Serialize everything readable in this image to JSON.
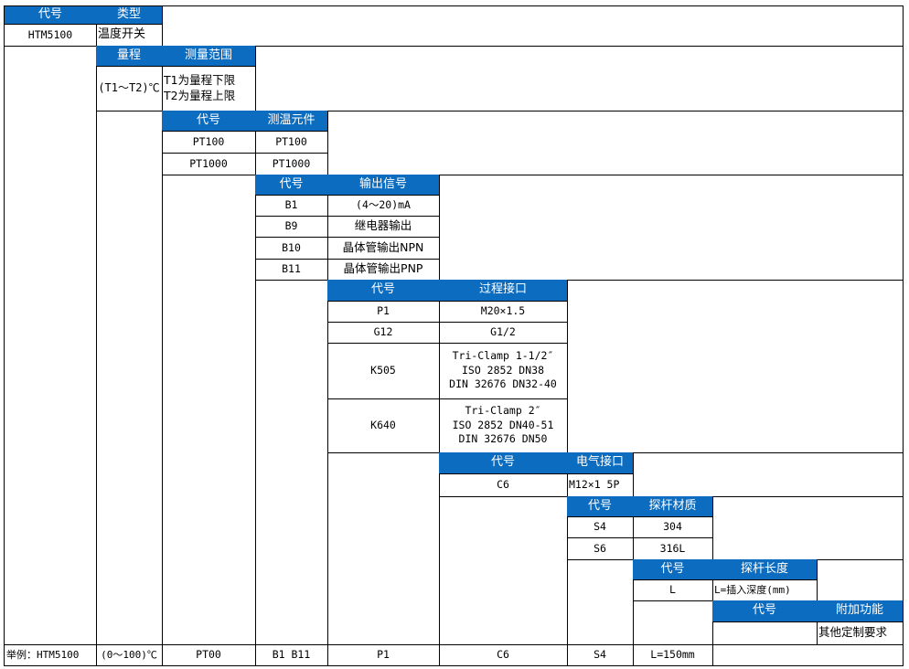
{
  "blocks": {
    "model": {
      "code_header": "代号",
      "type_header": "类型",
      "code": "HTM5100",
      "type": "温度开关"
    },
    "range": {
      "header": "量程",
      "range_header": "测量范围",
      "value": "(T1～T2)℃",
      "desc": "T1为量程下限\nT2为量程上限"
    },
    "sensor": {
      "code_header": "代号",
      "element_header": "测温元件",
      "rows": [
        {
          "code": "PT100",
          "element": "PT100"
        },
        {
          "code": "PT1000",
          "element": "PT1000"
        }
      ]
    },
    "output": {
      "code_header": "代号",
      "signal_header": "输出信号",
      "rows": [
        {
          "code": "B1",
          "signal": "(4～20)mA"
        },
        {
          "code": "B9",
          "signal": "继电器输出"
        },
        {
          "code": "B10",
          "signal": "晶体管输出NPN"
        },
        {
          "code": "B11",
          "signal": "晶体管输出PNP"
        }
      ]
    },
    "process": {
      "code_header": "代号",
      "connection_header": "过程接口",
      "rows": [
        {
          "code": "P1",
          "connection": "M20×1.5"
        },
        {
          "code": "G12",
          "connection": "G1/2"
        },
        {
          "code": "K505",
          "connection": "Tri-Clamp 1-1/2″\nISO 2852 DN38\nDIN 32676 DN32-40"
        },
        {
          "code": "K640",
          "connection": "Tri-Clamp 2″\nISO 2852 DN40-51\nDIN 32676 DN50"
        }
      ]
    },
    "electrical": {
      "code_header": "代号",
      "connection_header": "电气接口",
      "rows": [
        {
          "code": "C6",
          "connection": "M12×1 5P"
        }
      ]
    },
    "probe_material": {
      "code_header": "代号",
      "material_header": "探杆材质",
      "rows": [
        {
          "code": "S4",
          "material": "304"
        },
        {
          "code": "S6",
          "material": "316L"
        }
      ]
    },
    "probe_length": {
      "code_header": "代号",
      "length_header": "探杆长度",
      "rows": [
        {
          "code": "L",
          "length": "L=插入深度(mm)"
        }
      ]
    },
    "additional": {
      "code_header": "代号",
      "function_header": "附加功能",
      "rows": [
        {
          "code": "",
          "function": "其他定制要求"
        }
      ]
    }
  },
  "example": {
    "label": "举例：HTM5100",
    "range": "(0～100)℃",
    "sensor": "PT00",
    "output": "B1 B11",
    "process": "P1",
    "electrical": "C6",
    "material": "S4",
    "length": "L=150mm",
    "extra": ""
  },
  "colors": {
    "header_bg": "#0c6cc0",
    "header_text": "#ffffff",
    "border": "#000000"
  }
}
